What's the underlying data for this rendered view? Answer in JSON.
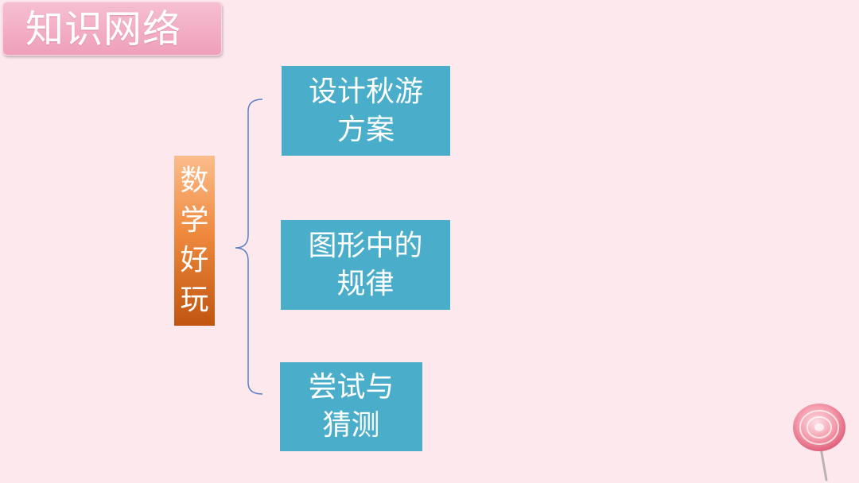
{
  "title": {
    "text": "知识网络"
  },
  "diagram": {
    "root": {
      "chars": [
        "数",
        "学",
        "好",
        "玩"
      ]
    },
    "branches": [
      {
        "line1": "设计秋游",
        "line2": "方案"
      },
      {
        "line1": "图形中的",
        "line2": "规律"
      },
      {
        "line1": "尝试与",
        "line2": "猜测"
      }
    ]
  },
  "colors": {
    "background": "#fde8ee",
    "title_badge": "#f3aec5",
    "root_box": "#ef8a3f",
    "branch_box": "#4aaecb",
    "bracket_line": "#5a7fc8"
  },
  "decoration": {
    "icon": "lollipop-icon"
  }
}
